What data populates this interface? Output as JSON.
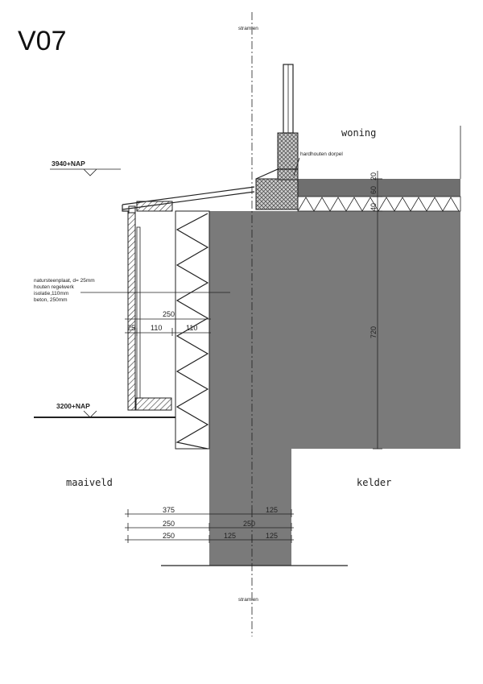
{
  "sheet": {
    "title": "V07"
  },
  "axis": {
    "label_top": "stramien",
    "label_bottom": "stramien"
  },
  "levels": {
    "upper": "3940+NAP",
    "lower": "3200+NAP"
  },
  "zones": {
    "inside_upper": "woning",
    "outside": "maaiveld",
    "inside_lower": "kelder"
  },
  "annotations": {
    "sill": "hardhouten dorpel",
    "wall_layers": [
      "natursteenplaat, d= 25mm",
      "houten regelwerk",
      "isolatie,110mm",
      "beton, 250mm"
    ]
  },
  "dimensions": {
    "wall_total": "250",
    "wall_parts": [
      "25",
      "110",
      "110"
    ],
    "floor_layers": [
      "20",
      "60",
      "40"
    ],
    "wall_height": "720",
    "foundation_rows": [
      {
        "total": "375",
        "right": "125"
      },
      {
        "total": "250",
        "right": "250"
      },
      {
        "total": "250",
        "mid": "125",
        "right": "125"
      }
    ]
  }
}
